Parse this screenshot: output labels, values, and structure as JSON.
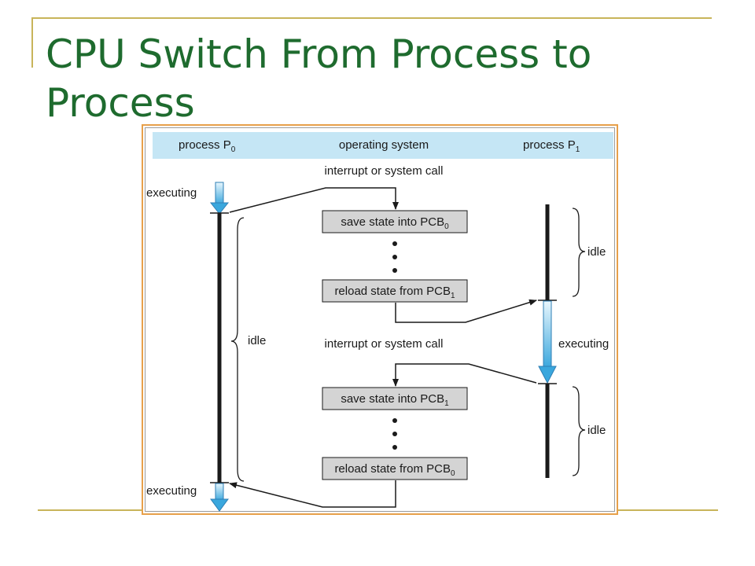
{
  "slide": {
    "title": "CPU Switch From Process to Process"
  },
  "header": {
    "process_p0": "process P",
    "process_p0_sub": "0",
    "operating_system": "operating system",
    "process_p1": "process P",
    "process_p1_sub": "1"
  },
  "labels": {
    "interrupt_1": "interrupt or system call",
    "interrupt_2": "interrupt or system call",
    "executing_p0_top": "executing",
    "executing_p0_bottom": "executing",
    "executing_p1": "executing",
    "idle_p0": "idle",
    "idle_p1_top": "idle",
    "idle_p1_bottom": "idle"
  },
  "boxes": {
    "save_pcb0": "save state into PCB",
    "save_pcb0_sub": "0",
    "reload_pcb1": "reload state from PCB",
    "reload_pcb1_sub": "1",
    "save_pcb1": "save state into PCB",
    "save_pcb1_sub": "1",
    "reload_pcb0": "reload state from PCB",
    "reload_pcb0_sub": "0"
  },
  "colors": {
    "title": "#1e6b2e",
    "header_band": "#c5e6f5",
    "box_fill": "#d4d4d4",
    "exec_arrow": "#4aaee0",
    "frame": "#e7a04a"
  }
}
